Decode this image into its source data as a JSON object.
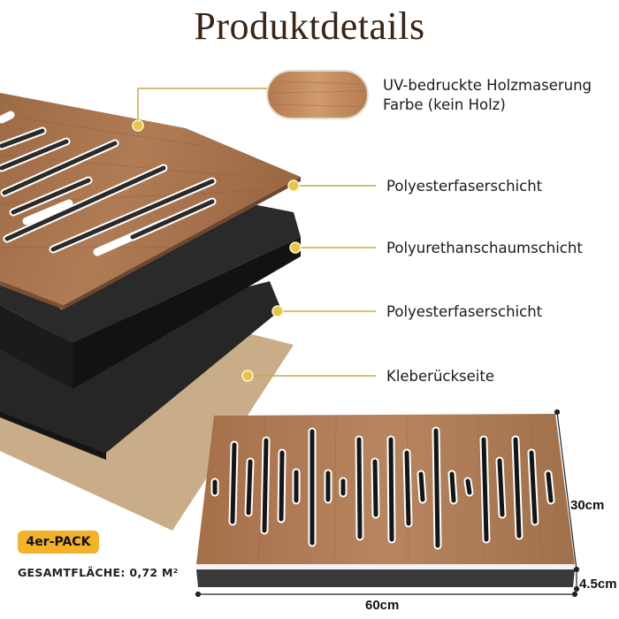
{
  "title": "Produktdetails",
  "layers": [
    {
      "label": "UV-bedruckte Holzmaserung\nFarbe (kein Holz)"
    },
    {
      "label": "Polyesterfaserschicht"
    },
    {
      "label": "Polyurethanschaumschicht"
    },
    {
      "label": "Polyesterfaserschicht"
    },
    {
      "label": "Kleberückseite"
    }
  ],
  "badge": "4er-PACK",
  "area": "GESAMTFLÄCHE: 0,72 M²",
  "dimensions": {
    "height": "30cm",
    "depth": "4.5cm",
    "width": "60cm"
  },
  "colors": {
    "title": "#3a2414",
    "badge": "#f3b22b",
    "wood": "#a8734c",
    "foam": "#1f1f1f",
    "adhesive": "#c8ab86",
    "accent": "#c9a74b"
  }
}
